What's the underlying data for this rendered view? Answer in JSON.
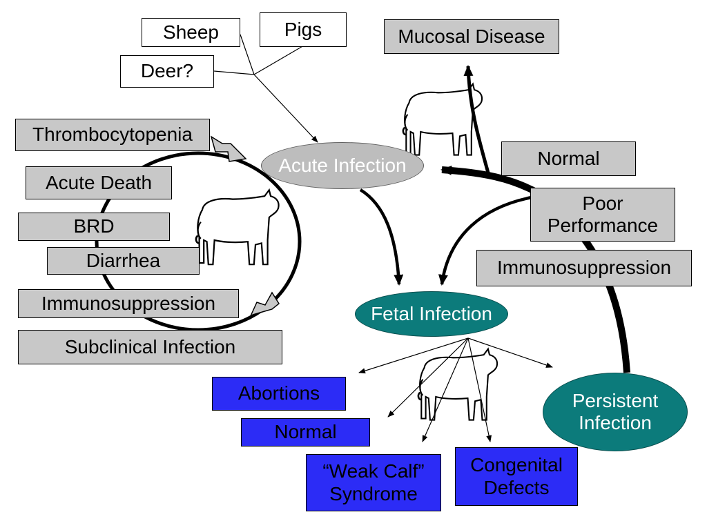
{
  "colors": {
    "host_box": "#ffffff",
    "outcome_box": "#c8c8c8",
    "fetal_outcome_box": "#2c2cf6",
    "acute_ellipse": "#bdbdbd",
    "fetal_ellipse": "#0c7b7b",
    "persistent_ellipse": "#0c7b7b",
    "cow_icon": "cow-outline-icon"
  },
  "nodes": {
    "sheep": "Sheep",
    "pigs": "Pigs",
    "deer": "Deer?",
    "mucosal_disease": "Mucosal Disease",
    "thrombocytopenia": "Thrombocytopenia",
    "acute_death": "Acute Death",
    "brd": "BRD",
    "diarrhea": "Diarrhea",
    "immunosuppression_left": "Immunosuppression",
    "subclinical_infection": "Subclinical Infection",
    "acute_infection": "Acute Infection",
    "normal_right": "Normal",
    "poor_performance": "Poor\nPerformance",
    "immunosuppression_right": "Immunosuppression",
    "fetal_infection": "Fetal Infection",
    "persistent_infection": "Persistent\nInfection",
    "abortions": "Abortions",
    "normal_fetal": "Normal",
    "weak_calf": "“Weak Calf”\nSyndrome",
    "congenital_defects": "Congenital\nDefects"
  }
}
